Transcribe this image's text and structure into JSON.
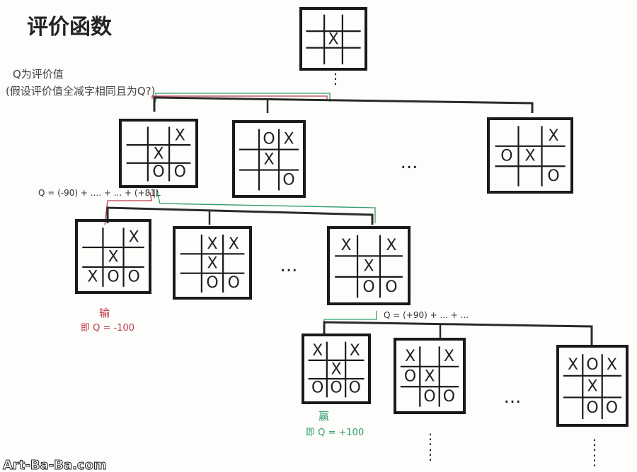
{
  "title": "评价函数",
  "note_line1": "Q为评价值",
  "note_line2": "(假设评价值全减字相同且为Q?)",
  "eq_level1": "Q = (-90) + .... + ... + (+81)",
  "eq_level2": "Q = (+90) +     ... + ...",
  "ellipsis": "...",
  "lose_label": "输",
  "lose_value": "即 Q = -100",
  "win_label": "赢",
  "win_value": "即 Q = +100",
  "watermark": "Art-Ba-Ba.com",
  "colors": {
    "red": "#c0394b",
    "green": "#2e9e6a",
    "ink": "#1a1a1a"
  },
  "boards": [
    {
      "id": "root",
      "cells": [
        "",
        "",
        "",
        "",
        "X",
        "",
        "",
        "",
        ""
      ]
    },
    {
      "id": "l1-a",
      "cells": [
        "",
        "",
        "X",
        "",
        "X",
        "",
        "",
        "O",
        "O"
      ]
    },
    {
      "id": "l1-b",
      "cells": [
        "",
        "O",
        "X",
        "",
        "X",
        "",
        "",
        "",
        "O"
      ]
    },
    {
      "id": "l1-c",
      "cells": [
        "",
        "",
        "X",
        "O",
        "X",
        "",
        "",
        "",
        "O"
      ]
    },
    {
      "id": "l2-a",
      "cells": [
        "",
        "",
        "X",
        "",
        "X",
        "",
        "X",
        "O",
        "O"
      ]
    },
    {
      "id": "l2-b",
      "cells": [
        "",
        "X",
        "X",
        "",
        "X",
        "",
        "",
        "O",
        "O"
      ]
    },
    {
      "id": "l2-c",
      "cells": [
        "X",
        "",
        "X",
        "",
        "X",
        "",
        "",
        "O",
        "O"
      ]
    },
    {
      "id": "l3-a",
      "cells": [
        "X",
        "",
        "X",
        "",
        "X",
        "",
        "O",
        "O",
        "O"
      ]
    },
    {
      "id": "l3-b",
      "cells": [
        "X",
        "",
        "X",
        "O",
        "X",
        "",
        "",
        "O",
        "O"
      ]
    },
    {
      "id": "l3-c",
      "cells": [
        "X",
        "O",
        "X",
        "",
        "X",
        "",
        "",
        "O",
        "O"
      ]
    }
  ]
}
